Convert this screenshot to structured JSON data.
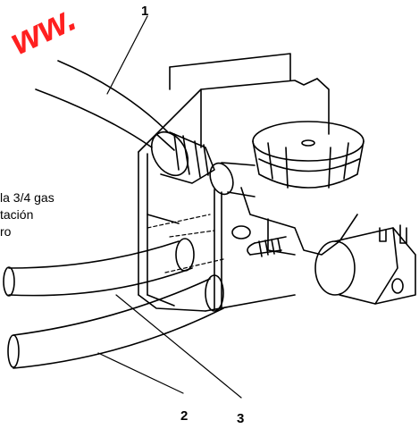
{
  "watermark": {
    "text": "ww.",
    "color": "#ff2020"
  },
  "callouts": {
    "one": "1",
    "two": "2",
    "three": "3"
  },
  "note_lines": [
    "la 3/4 gas",
    "tación",
    "ro"
  ],
  "colors": {
    "line": "#000000",
    "background": "#ffffff"
  }
}
